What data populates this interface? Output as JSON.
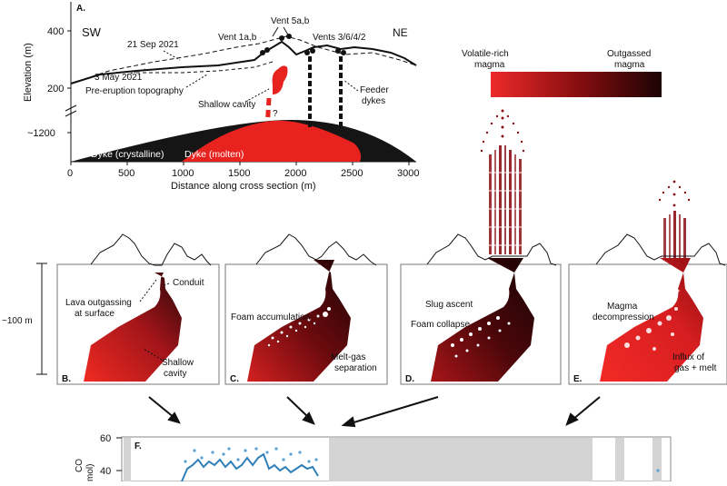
{
  "panelA": {
    "letter": "A.",
    "sw": "SW",
    "ne": "NE",
    "ylabel": "Elevation (m)",
    "xlabel": "Distance along cross section (m)",
    "yticks": [
      "400",
      "200",
      "~1200"
    ],
    "xticks": [
      "0",
      "500",
      "1000",
      "1500",
      "2000",
      "2500",
      "3000"
    ],
    "labels": {
      "sep2021": "21 Sep 2021",
      "may2021": "3 May 2021",
      "pre": "Pre-eruption topography",
      "vent1": "Vent 1a,b",
      "vent5": "Vent 5a,b",
      "vents3": "Vents 3/6/4/2",
      "shallow": "Shallow cavity",
      "feeder1": "Feeder",
      "feeder2": "dykes",
      "question": "?",
      "dykeCrystal": "Dyke (crystalline)",
      "dykeMolten": "Dyke (molten)"
    }
  },
  "colorbar": {
    "left1": "Volatile-rich",
    "left2": "magma",
    "right1": "Outgassed",
    "right2": "magma",
    "colors": {
      "start": "#ee2a2a",
      "end": "#1c0304"
    }
  },
  "scale": {
    "label": "~100 m"
  },
  "panels": [
    {
      "letter": "B.",
      "labels": [
        "Lava outgassing",
        "at surface",
        "Conduit",
        "Shallow",
        "cavity"
      ]
    },
    {
      "letter": "C.",
      "labels": [
        "Foam accumulation",
        "Melt-gas",
        "separation"
      ]
    },
    {
      "letter": "D.",
      "labels": [
        "Slug ascent",
        "Foam collapse"
      ]
    },
    {
      "letter": "E.",
      "labels": [
        "Magma",
        "decompression",
        "Influx of",
        "gas + melt"
      ]
    }
  ],
  "panelF": {
    "letter": "F.",
    "yticks": [
      "60",
      "40"
    ],
    "ylabel1": "CO",
    "ylabel2": "mol)"
  },
  "colors": {
    "red": "#e8231f",
    "dark": "#2a2a2a",
    "grey": "#d4d4d4",
    "series": "#2f7fb8"
  }
}
